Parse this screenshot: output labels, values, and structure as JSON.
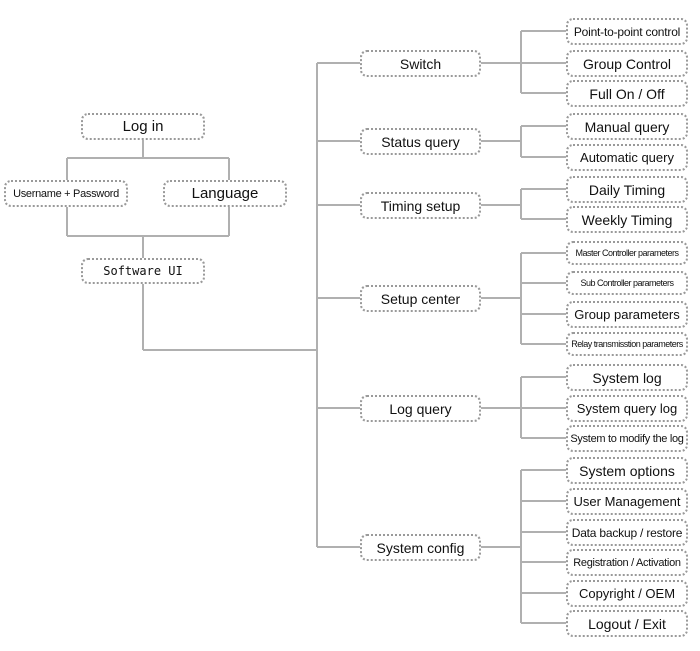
{
  "colors": {
    "connector": "#b0b0b0",
    "box_border": "#9a9a9a",
    "text": "#111111"
  },
  "login": {
    "log_in": "Log in",
    "username_password": "Username + Password",
    "language": "Language",
    "software_ui": "Software UI"
  },
  "menu": {
    "switch": {
      "label": "Switch",
      "children": [
        "Point-to-point control",
        "Group Control",
        "Full On / Off"
      ]
    },
    "status_query": {
      "label": "Status query",
      "children": [
        "Manual query",
        "Automatic query"
      ]
    },
    "timing_setup": {
      "label": "Timing setup",
      "children": [
        "Daily Timing",
        "Weekly Timing"
      ]
    },
    "setup_center": {
      "label": "Setup center",
      "children": [
        "Master Controller parameters",
        "Sub Controller parameters",
        "Group parameters",
        "Relay transmisstion parameters"
      ]
    },
    "log_query": {
      "label": "Log query",
      "children": [
        "System log",
        "System query log",
        "System to modify the log"
      ]
    },
    "system_config": {
      "label": "System config",
      "children": [
        "System options",
        "User Management",
        "Data backup / restore",
        "Registration / Activation",
        "Copyright / OEM",
        "Logout / Exit"
      ]
    }
  }
}
